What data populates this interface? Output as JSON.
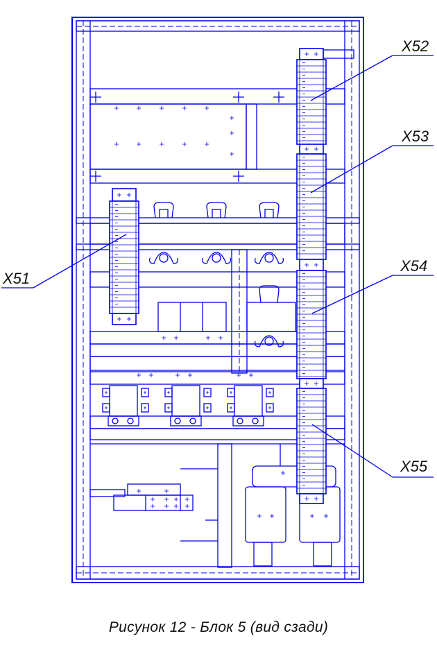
{
  "labels": {
    "x51": "X51",
    "x52": "X52",
    "x53": "X53",
    "x54": "X54",
    "x55": "X55"
  },
  "caption": "Рисунок 12 -  Блок 5 (вид сзади)",
  "colors": {
    "line": "#0000ee",
    "text": "#111111",
    "background": "#ffffff"
  }
}
